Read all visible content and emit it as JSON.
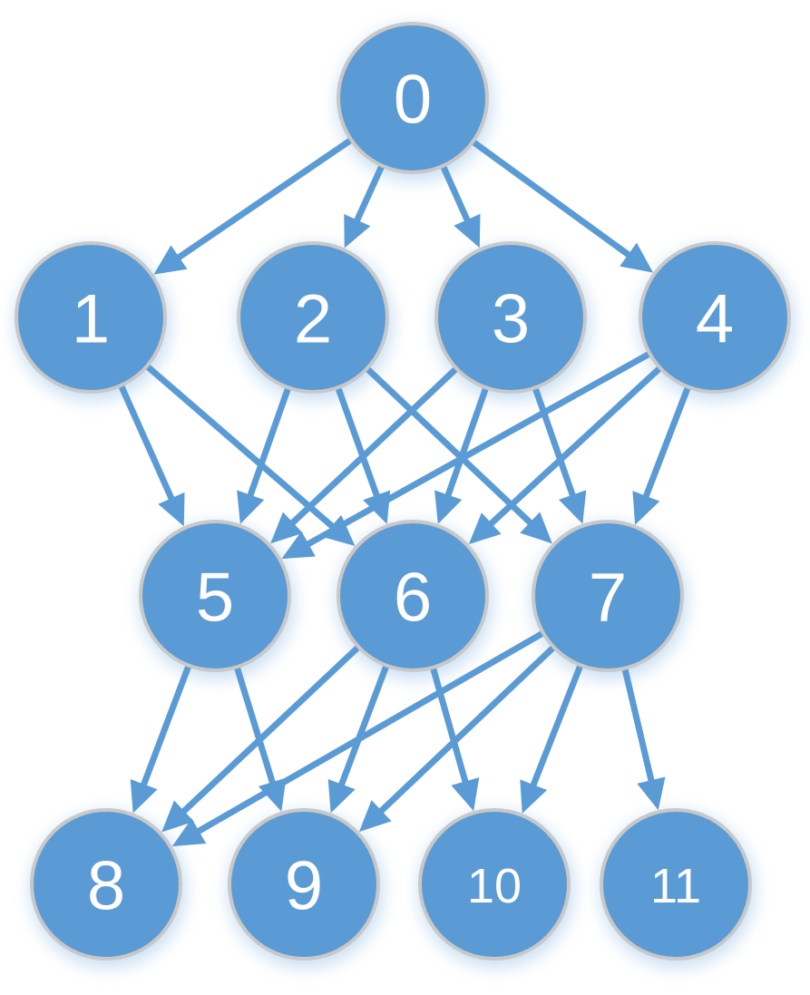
{
  "diagram": {
    "type": "directed-graph",
    "colors": {
      "node_fill": "#5b9bd5",
      "node_stroke": "#c8c8c8",
      "edge": "#5b9bd5",
      "label": "#ffffff",
      "glow": "#b4d2ee"
    },
    "nodes": [
      {
        "id": "0",
        "label": "0"
      },
      {
        "id": "1",
        "label": "1"
      },
      {
        "id": "2",
        "label": "2"
      },
      {
        "id": "3",
        "label": "3"
      },
      {
        "id": "4",
        "label": "4"
      },
      {
        "id": "5",
        "label": "5"
      },
      {
        "id": "6",
        "label": "6"
      },
      {
        "id": "7",
        "label": "7"
      },
      {
        "id": "8",
        "label": "8"
      },
      {
        "id": "9",
        "label": "9"
      },
      {
        "id": "10",
        "label": "10"
      },
      {
        "id": "11",
        "label": "11"
      }
    ],
    "edges": [
      [
        "0",
        "1"
      ],
      [
        "0",
        "2"
      ],
      [
        "0",
        "3"
      ],
      [
        "0",
        "4"
      ],
      [
        "1",
        "5"
      ],
      [
        "1",
        "6"
      ],
      [
        "2",
        "5"
      ],
      [
        "2",
        "6"
      ],
      [
        "2",
        "7"
      ],
      [
        "3",
        "5"
      ],
      [
        "3",
        "6"
      ],
      [
        "3",
        "7"
      ],
      [
        "4",
        "5"
      ],
      [
        "4",
        "6"
      ],
      [
        "4",
        "7"
      ],
      [
        "5",
        "8"
      ],
      [
        "5",
        "9"
      ],
      [
        "6",
        "8"
      ],
      [
        "6",
        "9"
      ],
      [
        "6",
        "10"
      ],
      [
        "7",
        "8"
      ],
      [
        "7",
        "9"
      ],
      [
        "7",
        "10"
      ],
      [
        "7",
        "11"
      ]
    ]
  }
}
